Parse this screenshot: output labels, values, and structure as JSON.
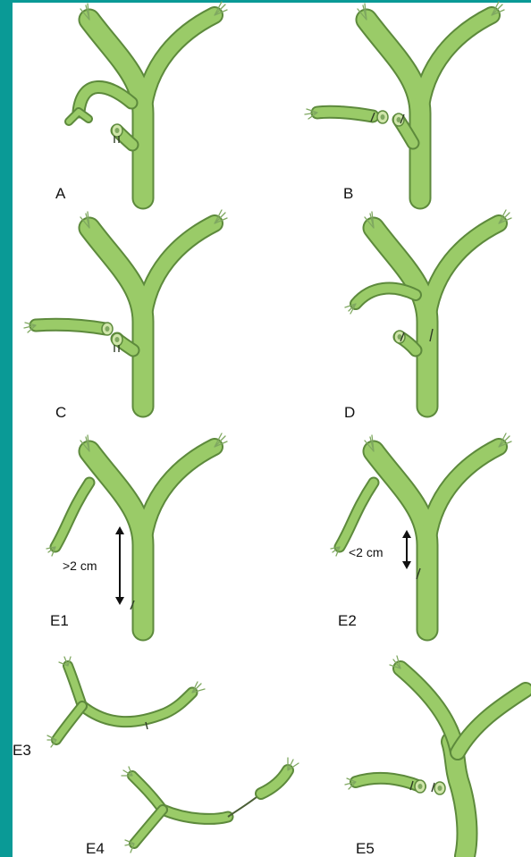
{
  "panels": {
    "A": "A",
    "B": "B",
    "C": "C",
    "D": "D",
    "E1": "E1",
    "E2": "E2",
    "E3": "E3",
    "E4": "E4",
    "E5": "E5"
  },
  "measurements": {
    "e1": ">2 cm",
    "e2": "<2 cm"
  },
  "colors": {
    "frame": "#0a9a96",
    "duct_fill": "#9acb68",
    "duct_outline": "#5d8a3c"
  }
}
